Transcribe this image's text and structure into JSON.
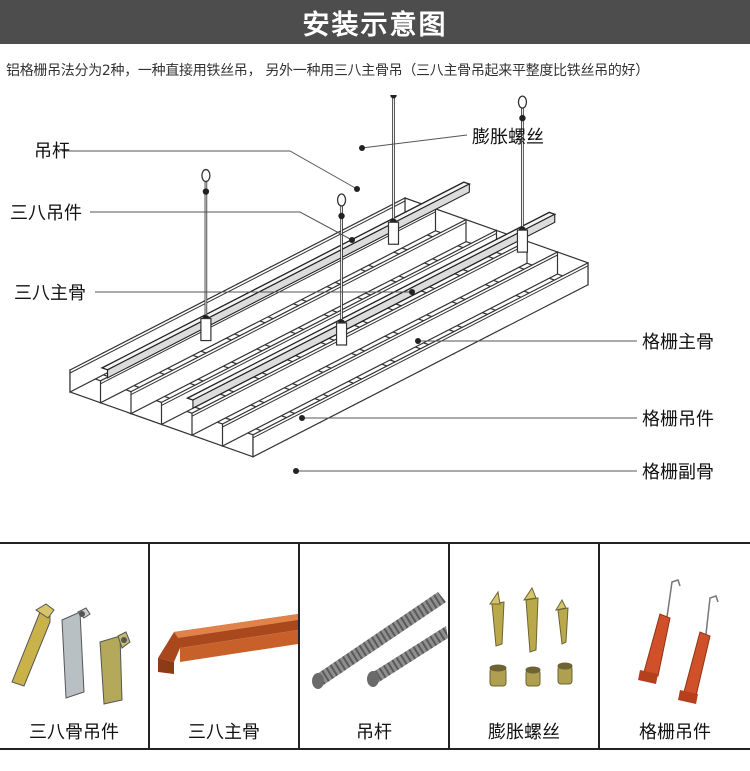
{
  "banner": {
    "title": "安装示意图"
  },
  "intro": {
    "text": "铝格栅吊法分为2种，一种直接用铁丝吊，   另外一种用三八主骨吊（三八主骨吊起来平整度比铁丝吊的好）"
  },
  "diagram": {
    "callouts": {
      "rod": "吊杆",
      "expansion_bolt": "膨胀螺丝",
      "sanba_hanger": "三八吊件",
      "sanba_main": "三八主骨",
      "grille_main": "格栅主骨",
      "grille_hanger": "格栅吊件",
      "grille_sub": "格栅副骨"
    }
  },
  "parts": [
    {
      "label": "三八骨吊件",
      "icon": "bracket-hanger-icon"
    },
    {
      "label": "三八主骨",
      "icon": "channel-beam-icon"
    },
    {
      "label": "吊杆",
      "icon": "threaded-rod-icon"
    },
    {
      "label": "膨胀螺丝",
      "icon": "expansion-bolt-icon"
    },
    {
      "label": "格栅吊件",
      "icon": "spring-clip-icon"
    }
  ],
  "colors": {
    "banner_bg": "#4d4d4d",
    "channel_orange": "#c8602a",
    "clip_orange": "#d0502a",
    "brass": "#b9a94a",
    "steel": "#9a9a9a"
  }
}
